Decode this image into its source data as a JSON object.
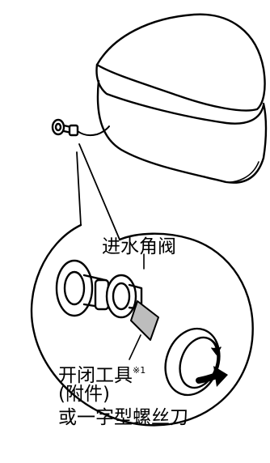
{
  "labels": {
    "valve": "进水角阀",
    "tool_line1": "开闭工具",
    "tool_note_mark": "※1",
    "tool_line2": "(附件)",
    "tool_line3": "或一字型螺丝刀"
  }
}
